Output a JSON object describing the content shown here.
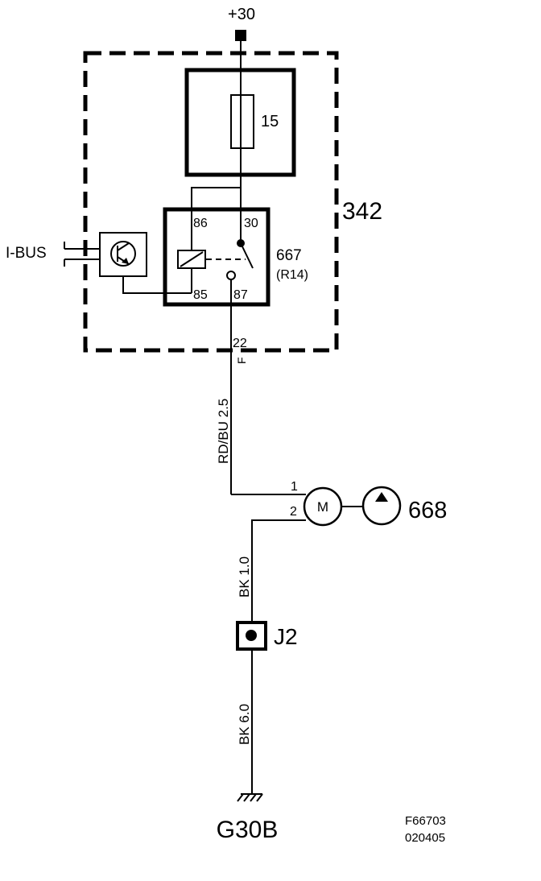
{
  "diagram": {
    "supply": {
      "label": "+30"
    },
    "fuse_box": {
      "label": "342"
    },
    "fuse": {
      "label": "15"
    },
    "relay": {
      "label": "667",
      "sub_label": "(R14)",
      "pins": {
        "p86": "86",
        "p30": "30",
        "p85": "85",
        "p87": "87"
      }
    },
    "ibus": {
      "label": "I-BUS"
    },
    "connector": {
      "pin": "22",
      "name": "F"
    },
    "wire_upper": {
      "spec": "RD/BU 2.5"
    },
    "motor": {
      "symbol": "M",
      "pin1": "1",
      "pin2": "2"
    },
    "pump": {
      "label": "668"
    },
    "wire_lower": {
      "spec": "BK 1.0"
    },
    "junction": {
      "label": "J2"
    },
    "wire_ground": {
      "spec": "BK 6.0"
    },
    "ground": {
      "label": "G30B"
    },
    "figure_ref": {
      "code": "F66703",
      "date": "020405"
    }
  }
}
